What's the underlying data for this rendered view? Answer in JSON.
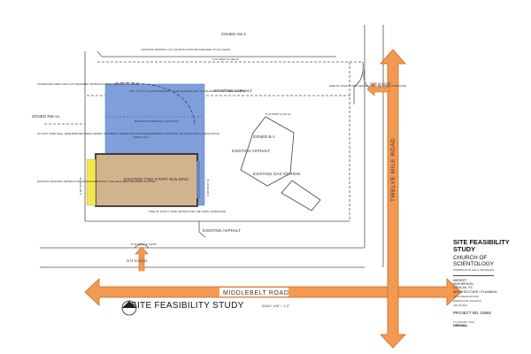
{
  "zones": {
    "zoned_o1": "ZONED OS-1",
    "zoned_o1_inner": "ZONED OS-1",
    "zoned_rm": "ZONED RM-1A",
    "zoned_b1": "ZONED B-1"
  },
  "labels": {
    "existing_asphalt_top": "EXISTING ASPHALT",
    "existing_asphalt_mid": "EXISTING ASPHALT",
    "existing_asphalt_bottom": "EXISTING ASPHALT",
    "building": "EXISTING TWO STORY BUILDING",
    "gas_station": "EXISTING GAS STATION",
    "site_access_right": "SITE ACCESS",
    "site_access_bottom": "SITE ACCESS",
    "bearing_top": "S 01°48'50\" W 299.46",
    "bearing_mid": "N 01°48'50\" E 187.01",
    "bearing_bottom": "N 01°48'50\" E 132.86",
    "bearing_left": "S 89°15'20\" W",
    "bearing_inner": "S 89°15'20\" W",
    "note_top": "EXISTING PARKING LOT LIGHTING POST BE SHIELDED ON ALL SIDES",
    "note_left_top": "LANDSCAPE AREA NOW LOT REQUIRED SETBACKS FROM RESIDENTIAL ZONE",
    "note_left_mid": "20 FOOT WIDE WALL REQUIRED BETWEEN MPREV. PROPERTY WHERE BUILDING REQUIREMENTS APPROVAL ON FRONT AND LANDSCAPING",
    "note_left_bottom": "EXISTING BUILDING SETBACK FROM MAIN BOUNDARY LINE REQUIRED RESIDENTIAL ZONE",
    "note_blue": "SITE TOTAL OF APPROXIMATELY 44,000 SQUARE FEET OF PROPERTY FOR PARKING AREA",
    "note_right": "SIDE OF FRONT YARD SETBACK MAY BE OPEN LANDSCAPE",
    "note_bottom": "SIDE OF FRONT YARD SETBACK MAY BE OPEN LANDSCAPE",
    "building_dims": "BUILDING DIMENSION LOCATIONS"
  },
  "roads": {
    "horizontal": "MIDDLEBELT ROAD",
    "vertical": "TWELVE MILE ROAD"
  },
  "caption": {
    "title": "SITE FEASIBILITY STUDY",
    "scale": "SCALE: 1/16\" = 1'-0\"",
    "north": "NORTH"
  },
  "title_block": {
    "title": "SITE FEASIBILITY STUDY",
    "client": "CHURCH OF SCIENTOLOGY",
    "location": "FARMINGTON HILLS, MICHIGAN",
    "firm_line1": "MERRITT",
    "firm_line2": "McPHERSON",
    "firm_line3": "CIESLAK, PC",
    "firm_line4": "ARCHITECTURE • PLANNING",
    "address_line1": "33710 FREEDOM ROAD",
    "address_line2": "FARMINGTON, MICHIGAN",
    "address_line3": "248.476.3614",
    "project": "PROJECT NO. 02893",
    "date": "17 JANUARY 2003",
    "original": "ORIGINAL"
  },
  "colors": {
    "site_blue": "#7f9fdb",
    "building_tan": "#d2b48c",
    "accent_yellow": "#f2e84a",
    "arrow_orange": "#f39a52"
  }
}
